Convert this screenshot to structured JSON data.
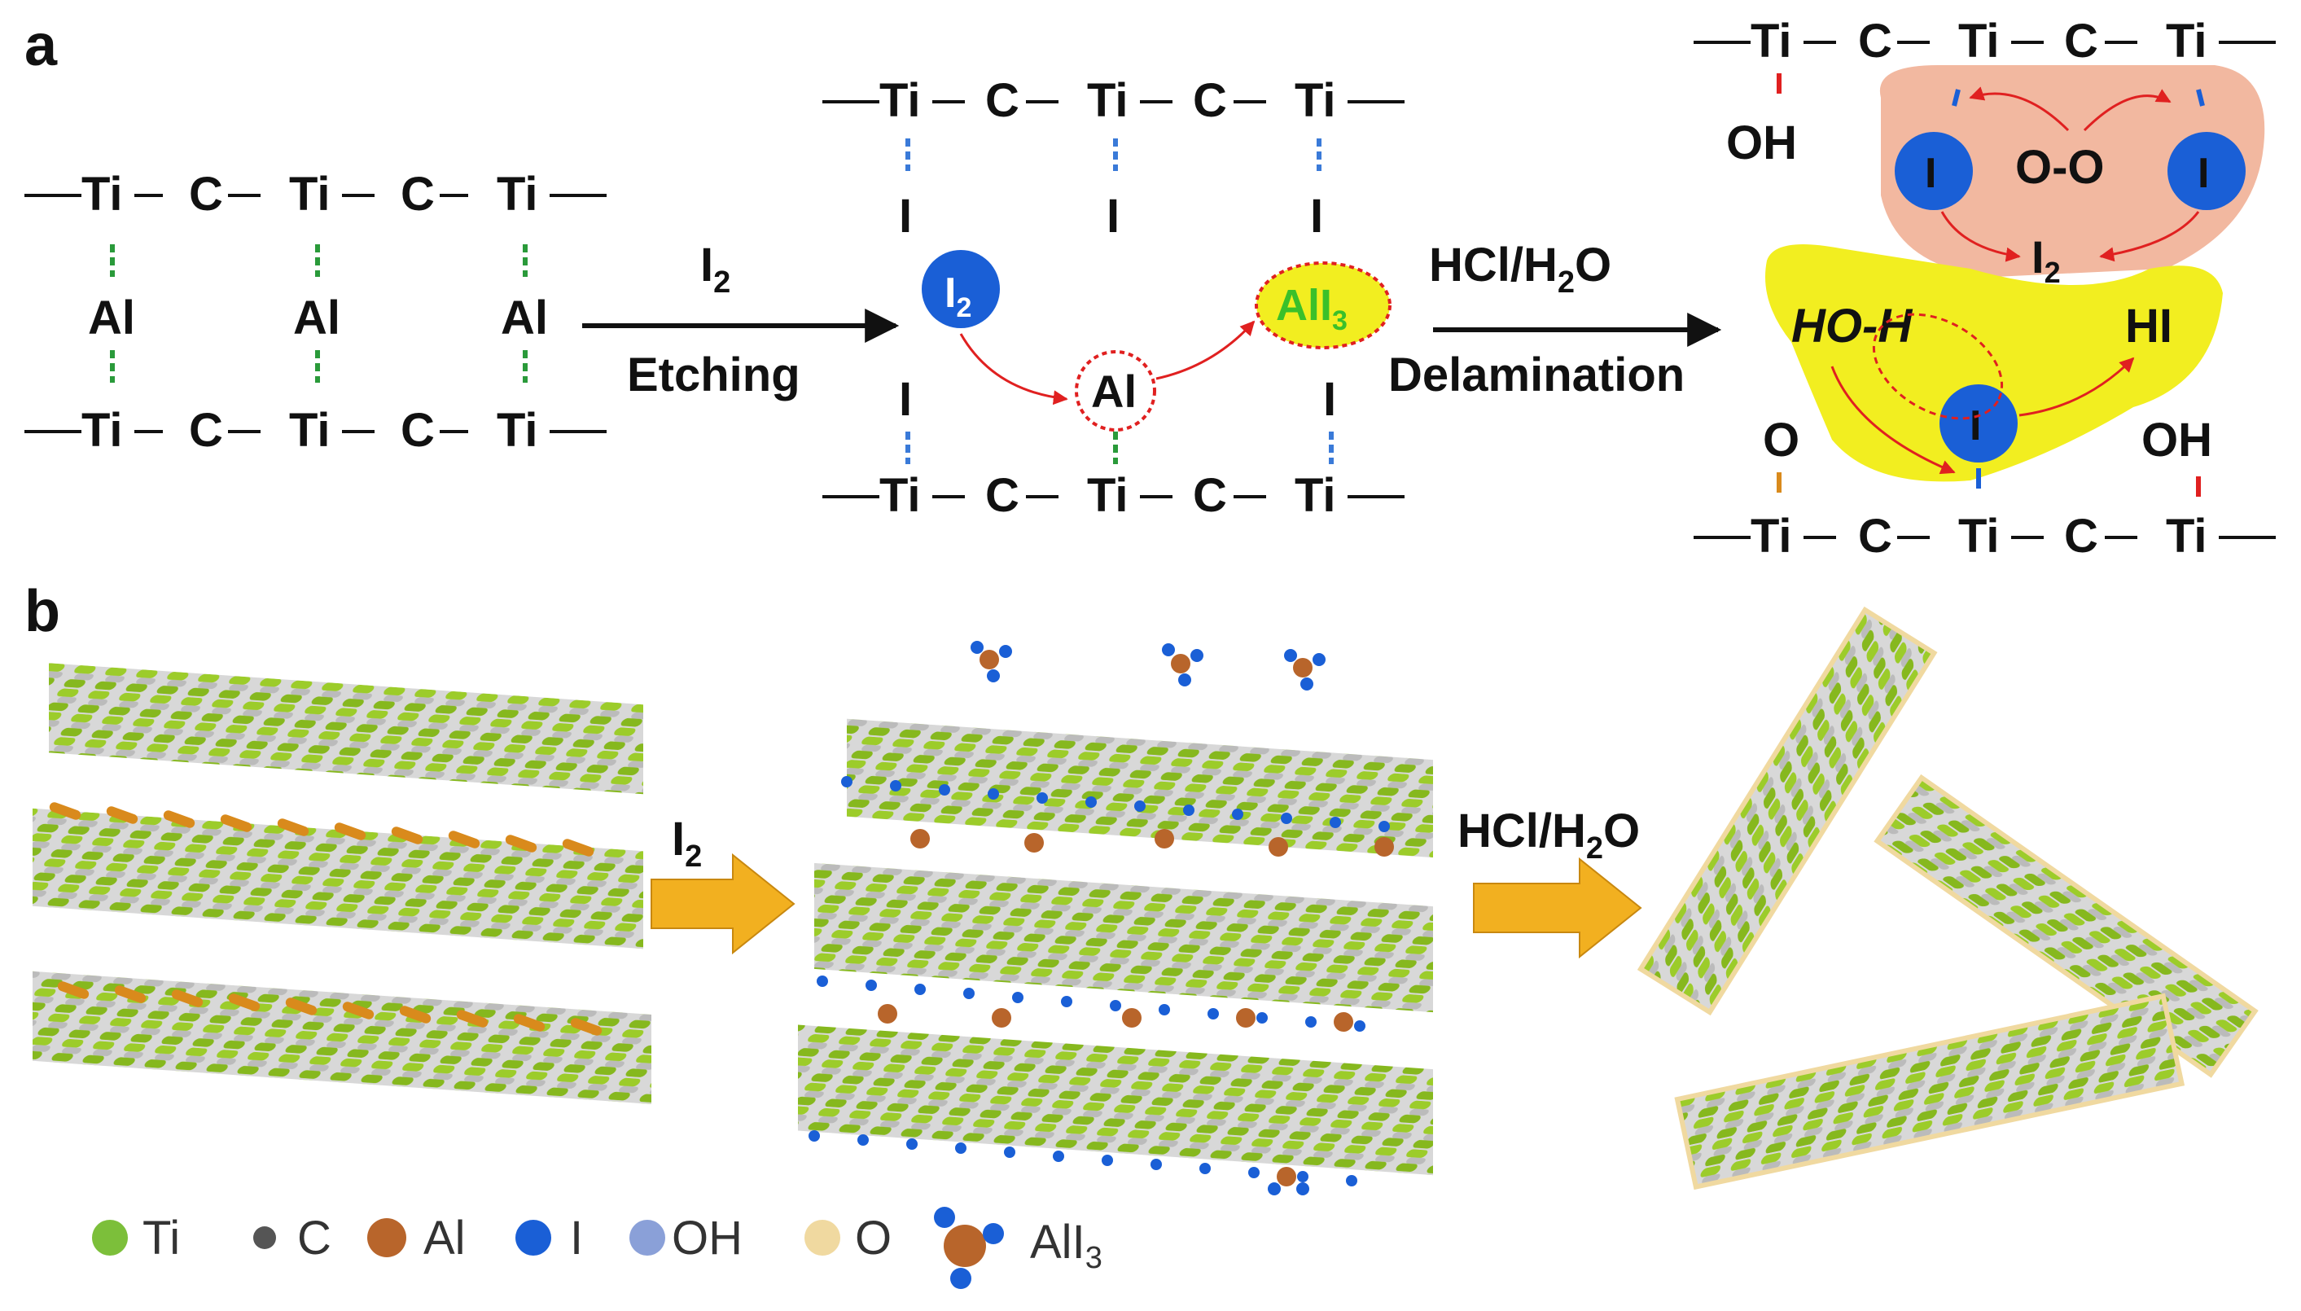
{
  "panel_a": {
    "letter": "a",
    "ti": "Ti",
    "c": "C",
    "al": "Al",
    "i": "I",
    "i2": "I",
    "i2_sub": "2",
    "arrow1_top_main": "I",
    "arrow1_top_sub": "2",
    "arrow1_bottom": "Etching",
    "alI3_main": "AlI",
    "alI3_sub": "3",
    "arrow2_top_main": "HCl/H",
    "arrow2_top_sub": "2",
    "arrow2_top_end": "O",
    "arrow2_bottom": "Delamination",
    "oh": "OH",
    "o": "O",
    "oo": "O-O",
    "hoh": "HO-H",
    "hi": "HI"
  },
  "panel_b": {
    "letter": "b",
    "arrow1_main": "I",
    "arrow1_sub": "2",
    "arrow2_main": "HCl/H",
    "arrow2_sub": "2",
    "arrow2_end": "O"
  },
  "legend": [
    {
      "label": "Ti",
      "color": "#7cbf3a"
    },
    {
      "label": "C",
      "color": "#555555"
    },
    {
      "label": "Al",
      "color": "#b8652b"
    },
    {
      "label": "I",
      "color": "#1a5fd6"
    },
    {
      "label": "OH",
      "color": "#8aa0d8"
    },
    {
      "label": "O",
      "color": "#f0d9a0"
    },
    {
      "label": "AlI",
      "sub": "3",
      "color": "#b8652b"
    }
  ],
  "colors": {
    "ti_layer": "#9ccc2a",
    "ti_layer_dark": "#6a9a10",
    "c_layer": "#c9c9c9",
    "al_atom": "#d98a1c",
    "iodine": "#1a5fd6",
    "green_bond": "#2a9a3a",
    "blue_bond": "#3a7ad8",
    "red": "#e02020",
    "yellow": "#f2ee20",
    "salmon": "#f2b8a0",
    "arrow_orange": "#f2b020",
    "green_text": "#3ac02a"
  }
}
